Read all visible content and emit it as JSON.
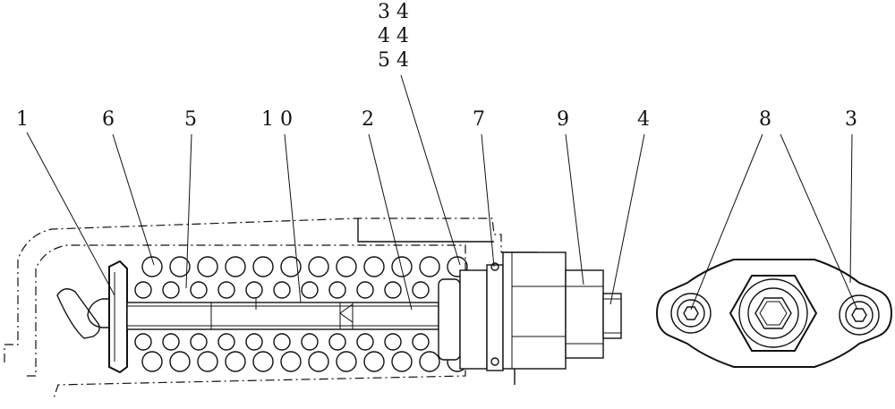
{
  "labels": {
    "l1": "1",
    "l6": "6",
    "l5": "5",
    "l10": "1 0",
    "l2": "2",
    "l34": "3 4",
    "l44": "4 4",
    "l54": "5 4",
    "l7": "7",
    "l9": "9",
    "l4": "4",
    "l8": "8",
    "l3": "3"
  }
}
